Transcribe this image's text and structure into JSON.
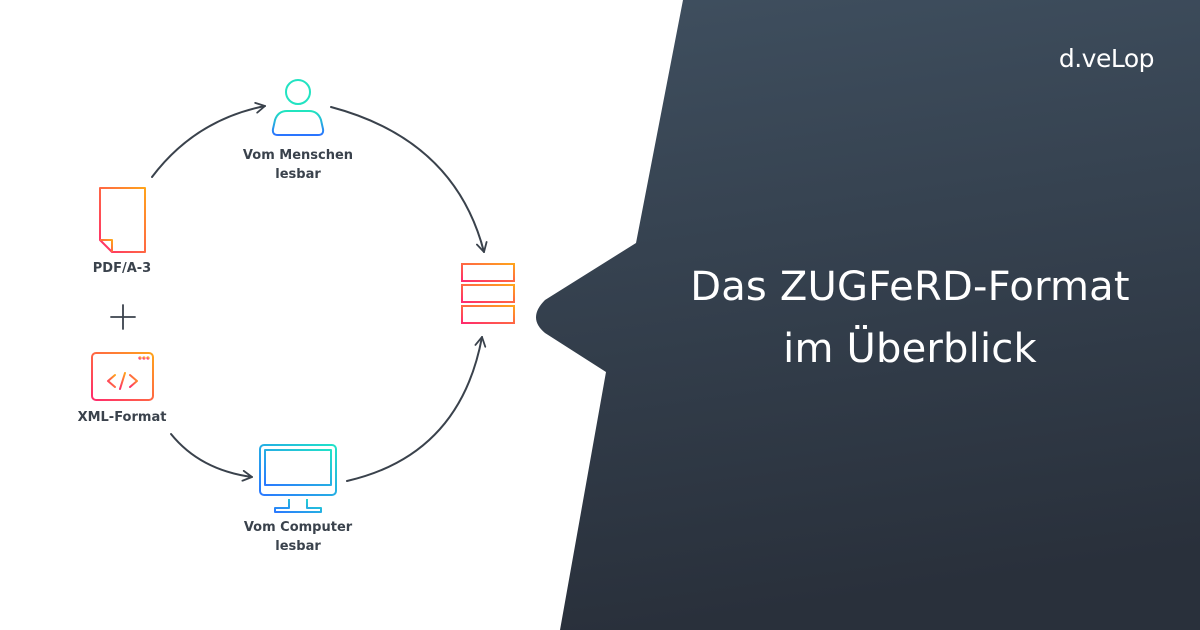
{
  "brand": {
    "logo_text": "d.veLop",
    "colors": {
      "panel_top": "#3f4f5f",
      "panel_bottom": "#2a313d",
      "arrow": "#3a424c",
      "orange": "#ff9f1c",
      "pink": "#ff2d6b",
      "teal": "#21e0c0",
      "blue": "#2b7bff"
    }
  },
  "headline": {
    "line1": "Das ZUGFeRD-Format",
    "line2": "im Überblick"
  },
  "diagram": {
    "nodes": [
      {
        "id": "pdf",
        "icon": "document-icon",
        "label": [
          "PDF/A-3"
        ]
      },
      {
        "id": "plus",
        "icon": "plus-icon",
        "label": []
      },
      {
        "id": "xml",
        "icon": "code-window-icon",
        "label": [
          "XML-Format"
        ]
      },
      {
        "id": "human",
        "icon": "person-icon",
        "label": [
          "Vom Menschen",
          "lesbar"
        ]
      },
      {
        "id": "computer",
        "icon": "monitor-icon",
        "label": [
          "Vom Computer",
          "lesbar"
        ]
      },
      {
        "id": "server",
        "icon": "server-stack-icon",
        "label": []
      }
    ],
    "labels": {
      "pdf": "PDF/A-3",
      "xml": "XML-Format",
      "human_line1": "Vom Menschen",
      "human_line2": "lesbar",
      "computer_line1": "Vom Computer",
      "computer_line2": "lesbar"
    }
  }
}
